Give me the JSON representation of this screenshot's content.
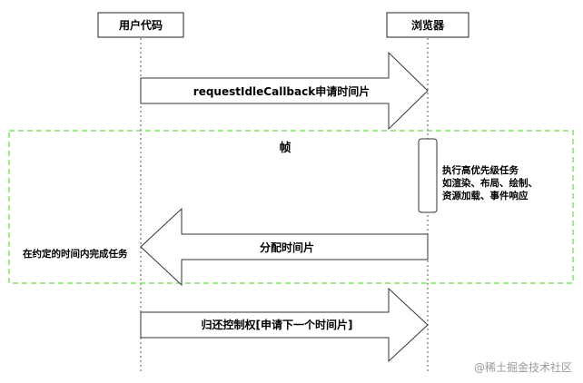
{
  "actors": {
    "user_code": "用户代码",
    "browser": "浏览器"
  },
  "arrows": {
    "request": "requestIdleCallback申请时间片",
    "allocate": "分配时间片",
    "return": "归还控制权[申请下一个时间片]"
  },
  "frame": {
    "label": "帧",
    "border_color": "#66dd44"
  },
  "browser_task": {
    "line1": "执行高优先级任务",
    "line2": "如渲染、布局、绘制、",
    "line3": "资源加载、事件响应"
  },
  "user_note": "在约定的时间内完成任务",
  "watermark": "@稀土掘金技术社区"
}
